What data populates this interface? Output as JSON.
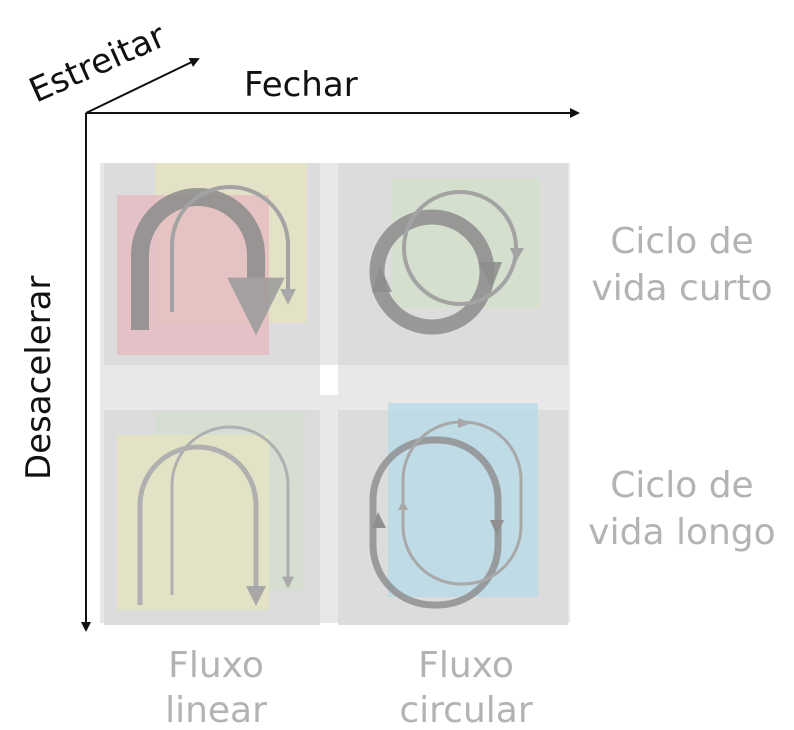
{
  "axes": {
    "x_label": "Fechar",
    "z_label": "Estreitar",
    "y_label": "Desacelerar"
  },
  "rows": [
    {
      "line1": "Ciclo de",
      "line2": "vida curto"
    },
    {
      "line1": "Ciclo de",
      "line2": "vida longo"
    }
  ],
  "columns": [
    {
      "line1": "Fluxo",
      "line2": "linear"
    },
    {
      "line1": "Fluxo",
      "line2": "circular"
    }
  ],
  "colors": {
    "axis": "#111111",
    "panel": "#dcdcdc",
    "muted_text": "#b3b3b3",
    "pink": "#e6b8c0",
    "olive": "#e3e2c3",
    "green": "#d3dfcc",
    "blue": "#b8dce8",
    "arrow": "#8f8f8f"
  },
  "icons": [
    "linear-u-arrow-icon",
    "circular-loop-arrow-icon"
  ]
}
